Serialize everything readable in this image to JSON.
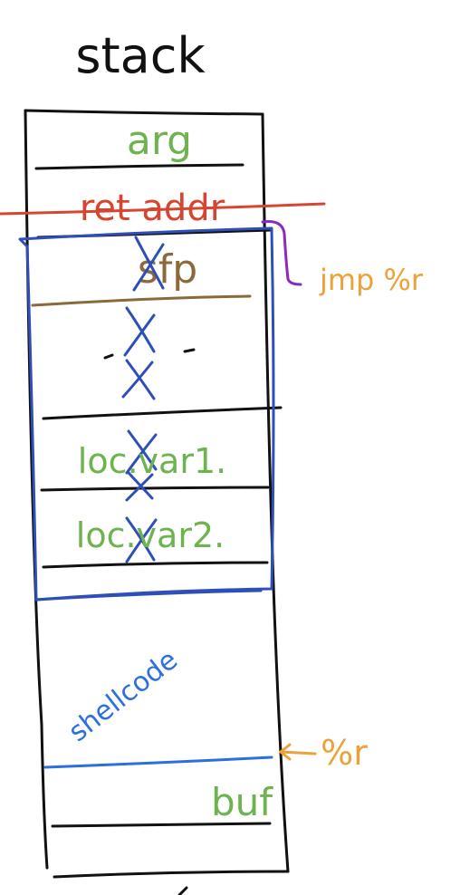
{
  "title": "stack",
  "slots": {
    "arg": "arg",
    "ret_addr": "ret addr",
    "sfp": "sfp",
    "local_var1": "loc.var1.",
    "local_var2": "loc.var2.",
    "shellcode": "shellcode",
    "buf": "buf"
  },
  "annotations": {
    "jump_target": "jmp %r",
    "register_pointer": "%r"
  },
  "colors": {
    "ink": "#111111",
    "green": "#6db350",
    "red": "#d6452f",
    "brown": "#8a6a3a",
    "blue": "#2f4fb8",
    "light_blue": "#2d6fe0",
    "purple": "#8a2bbf",
    "orange": "#eba23a"
  }
}
